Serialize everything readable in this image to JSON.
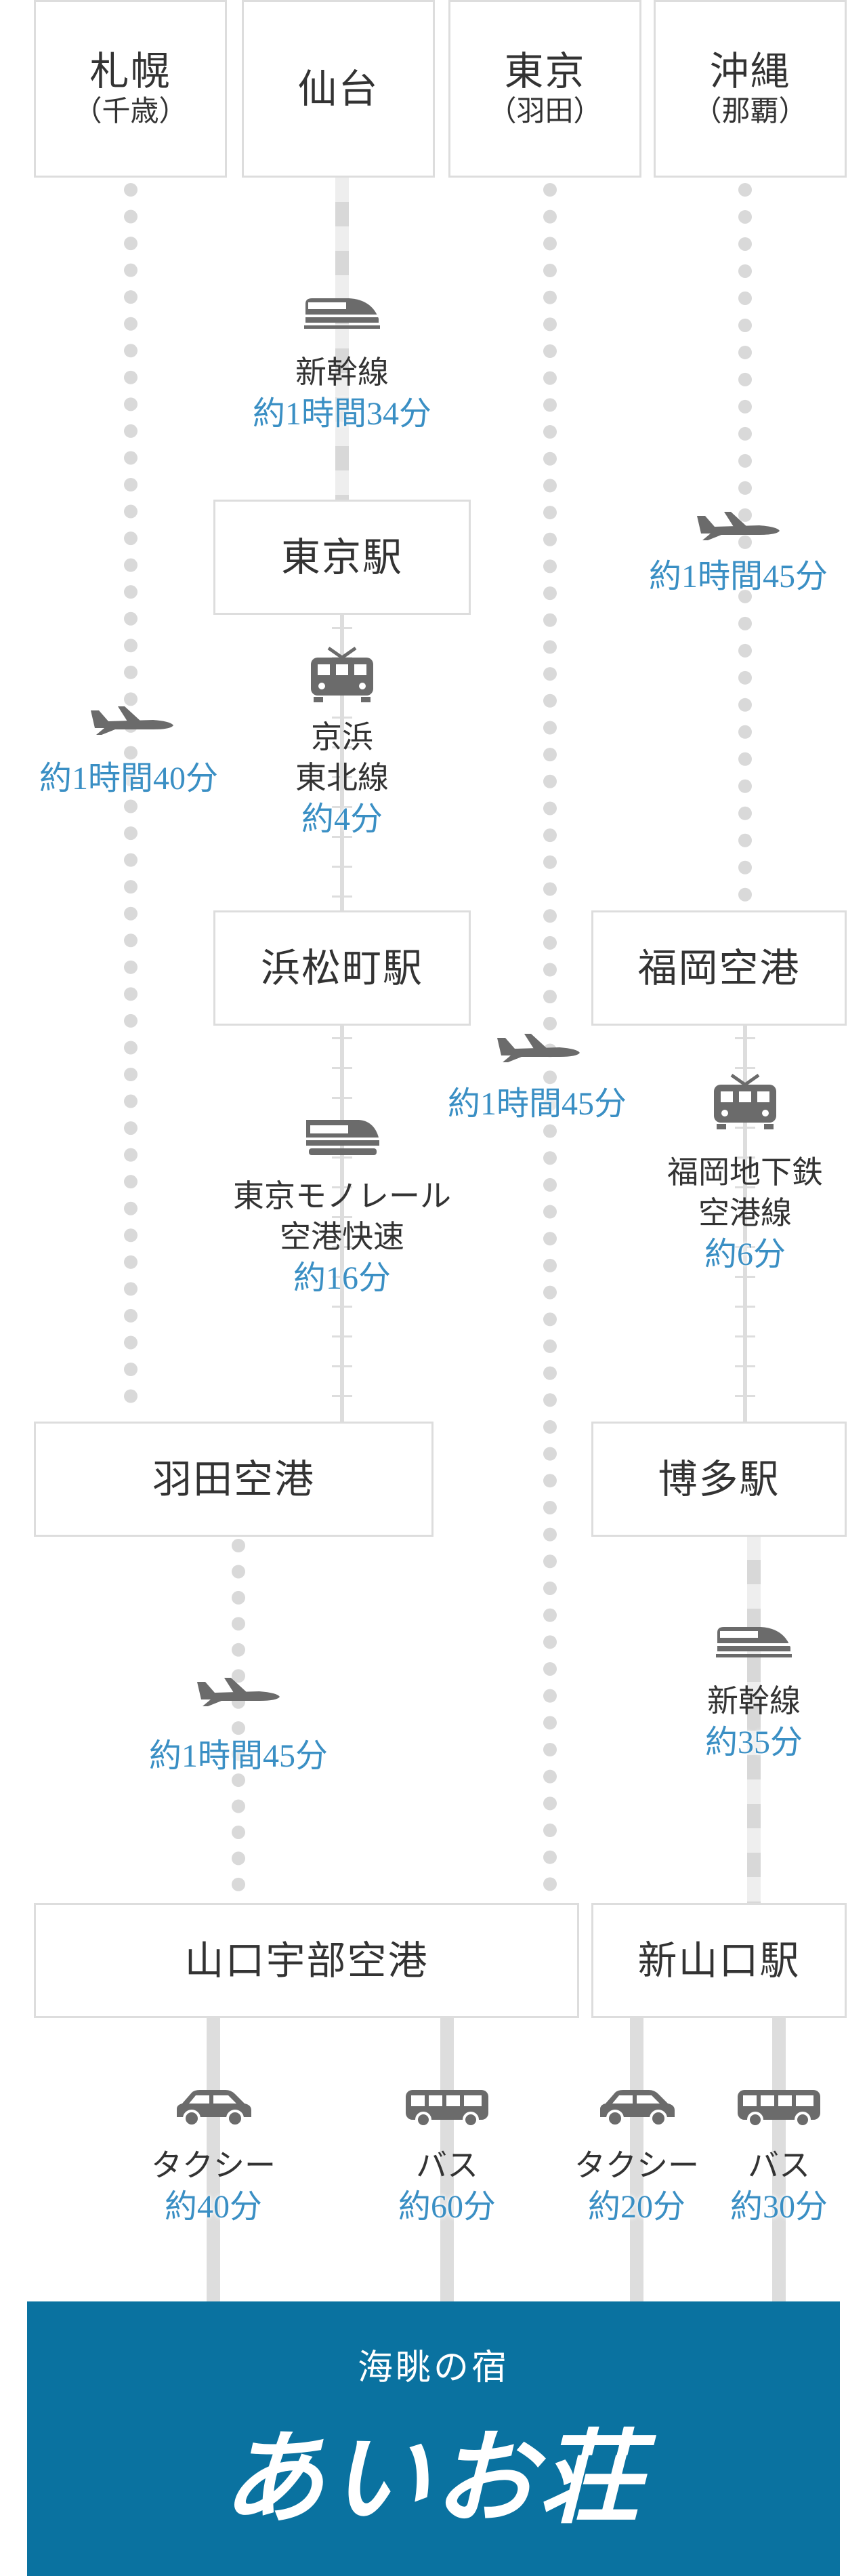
{
  "origins": [
    {
      "name": "札幌",
      "sub": "（千歳）"
    },
    {
      "name": "仙台",
      "sub": ""
    },
    {
      "name": "東京",
      "sub": "（羽田）"
    },
    {
      "name": "沖縄",
      "sub": "（那覇）"
    }
  ],
  "stations": {
    "tokyo_station": "東京駅",
    "hamamatsucho": "浜松町駅",
    "fukuoka_airport": "福岡空港",
    "haneda_airport": "羽田空港",
    "hakata": "博多駅",
    "yamaguchi_ube_airport": "山口宇部空港",
    "shin_yamaguchi": "新山口駅"
  },
  "segments": {
    "sendai_shinkansen": {
      "mode": "新幹線",
      "time": "約1時間34分"
    },
    "okinawa_flight": {
      "time": "約1時間45分"
    },
    "sapporo_flight": {
      "time": "約1時間40分"
    },
    "keihin": {
      "mode_line1": "京浜",
      "mode_line2": "東北線",
      "time": "約4分"
    },
    "tokyo_flight": {
      "time": "約1時間45分"
    },
    "monorail": {
      "mode_line1": "東京モノレール",
      "mode_line2": "空港快速",
      "time": "約16分"
    },
    "subway": {
      "mode_line1": "福岡地下鉄",
      "mode_line2": "空港線",
      "time": "約6分"
    },
    "haneda_flight": {
      "time": "約1時間45分"
    },
    "hakata_shinkansen": {
      "mode": "新幹線",
      "time": "約35分"
    },
    "ube_taxi": {
      "mode": "タクシー",
      "time": "約40分"
    },
    "ube_bus": {
      "mode": "バス",
      "time": "約60分"
    },
    "shin_taxi": {
      "mode": "タクシー",
      "time": "約20分"
    },
    "shin_bus": {
      "mode": "バス",
      "time": "約30分"
    }
  },
  "destination": {
    "tagline": "海眺の宿",
    "name": "あいお荘"
  },
  "colors": {
    "time": "#3a8fc4",
    "footer": "#0a72a0",
    "line": "#dddddd",
    "icon": "#6b6b6b"
  },
  "icons": [
    "shinkansen-icon",
    "airplane-icon",
    "train-icon",
    "monorail-icon",
    "car-icon",
    "bus-icon"
  ]
}
